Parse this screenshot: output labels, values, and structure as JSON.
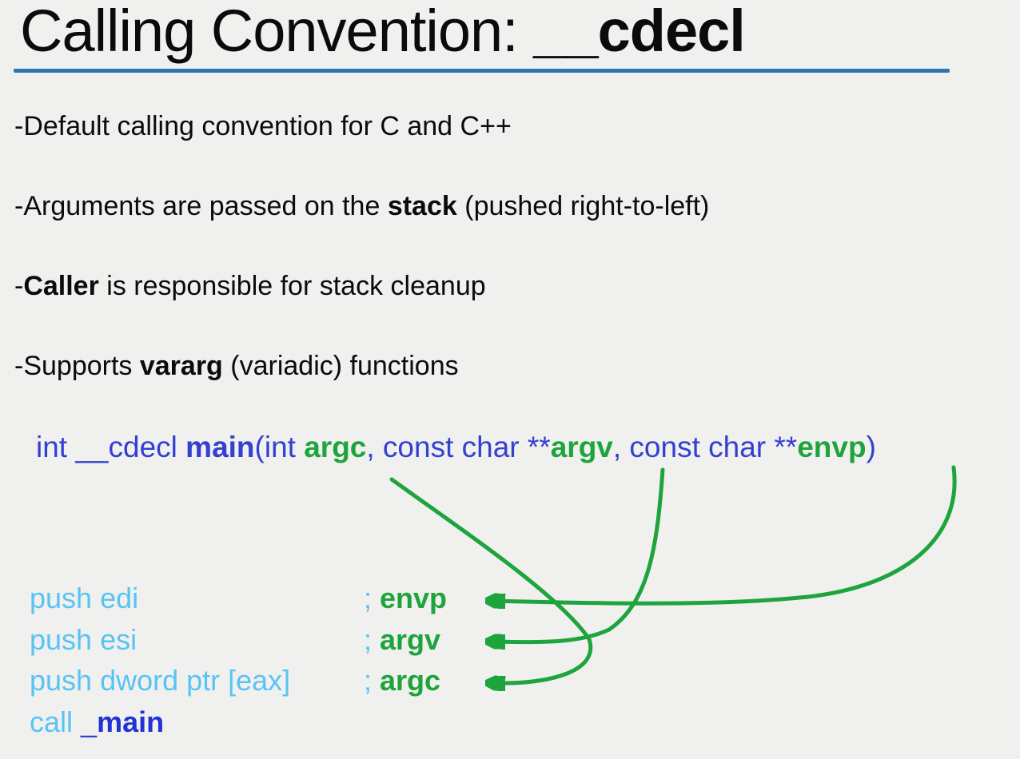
{
  "title": {
    "prefix": "Calling Convention: ",
    "highlight": "__cdecl"
  },
  "colors": {
    "background": "#f0f0ee",
    "text": "#0b0b0b",
    "rule_blue": "#2e74b5",
    "code_blue": "#3340d2",
    "green": "#1ea43c",
    "light_blue": "#58c4f4",
    "call_target_blue": "#2133d6"
  },
  "bullets": [
    {
      "segments": [
        {
          "text": "-Default calling convention for C and C++"
        }
      ]
    },
    {
      "segments": [
        {
          "text": "-Arguments are passed on the "
        },
        {
          "text": "stack",
          "bold": true
        },
        {
          "text": " (pushed right-to-left)"
        }
      ]
    },
    {
      "segments": [
        {
          "text": "-"
        },
        {
          "text": "Caller",
          "bold": true
        },
        {
          "text": " is responsible for stack cleanup"
        }
      ]
    },
    {
      "segments": [
        {
          "text": "-Supports "
        },
        {
          "text": "vararg",
          "bold": true
        },
        {
          "text": " (variadic) functions"
        }
      ]
    }
  ],
  "signature": {
    "segments": [
      {
        "text": "int __cdecl ",
        "color": "blue"
      },
      {
        "text": "main",
        "color": "blue",
        "bold": true,
        "name": "signature-function-main"
      },
      {
        "text": "(int ",
        "color": "blue"
      },
      {
        "text": "argc",
        "color": "green",
        "bold": true,
        "name": "signature-param-argc"
      },
      {
        "text": ", const char **",
        "color": "blue"
      },
      {
        "text": "argv",
        "color": "green",
        "bold": true,
        "name": "signature-param-argv"
      },
      {
        "text": ", const char **",
        "color": "blue"
      },
      {
        "text": "envp",
        "color": "green",
        "bold": true,
        "name": "signature-param-envp"
      },
      {
        "text": ")",
        "color": "blue"
      }
    ]
  },
  "assembly": {
    "rows": [
      {
        "instruction": [
          {
            "text": "push edi",
            "color": "lightblue"
          }
        ],
        "comment": {
          "semicolon": ";",
          "label": "envp"
        }
      },
      {
        "instruction": [
          {
            "text": "push esi",
            "color": "lightblue"
          }
        ],
        "comment": {
          "semicolon": ";",
          "label": "argv"
        }
      },
      {
        "instruction": [
          {
            "text": "push dword ptr [eax]",
            "color": "lightblue"
          }
        ],
        "comment": {
          "semicolon": ";",
          "label": "argc"
        }
      },
      {
        "instruction": [
          {
            "text": "call ",
            "color": "lightblue"
          },
          {
            "text": "_",
            "color": "blue"
          },
          {
            "text": "main",
            "color": "callblue",
            "bold": true,
            "name": "call-target-main"
          }
        ],
        "comment": null
      }
    ]
  },
  "arrows": [
    {
      "from": "signature-param-envp",
      "to": "comment-label-envp"
    },
    {
      "from": "signature-param-argv",
      "to": "comment-label-argv"
    },
    {
      "from": "signature-param-argc",
      "to": "comment-label-argc"
    }
  ]
}
